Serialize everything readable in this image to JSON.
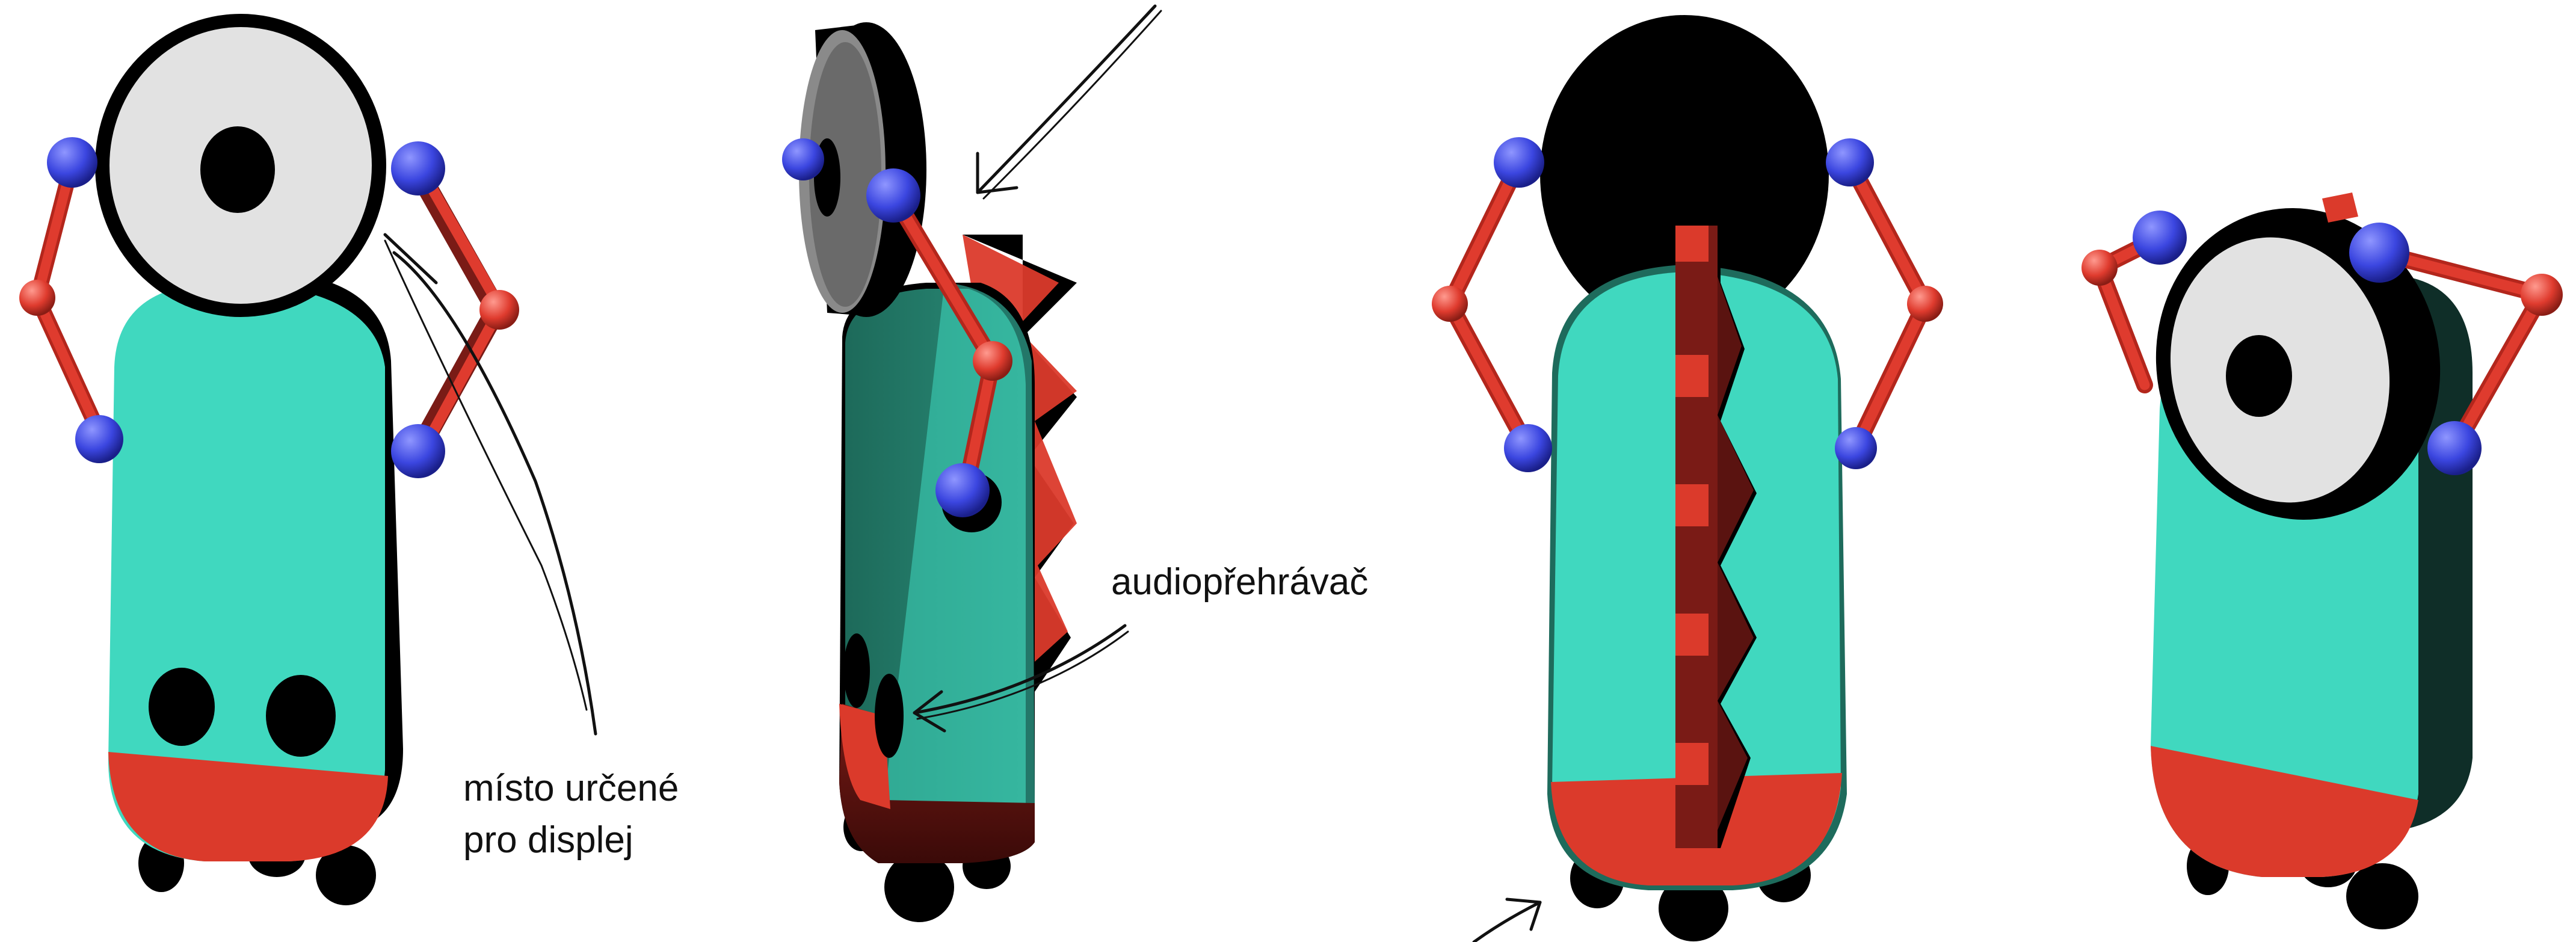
{
  "labels": {
    "display_area_line1": "místo určené",
    "display_area_line2": "pro displej",
    "audio_player": "audiopřehrávač"
  },
  "colors": {
    "body": "#40d8bf",
    "body_shade": "#1e6b5c",
    "base": "#db3a2b",
    "base_shade": "#7a1b16",
    "arm": "#df3b2e",
    "joint": "#3b46e0",
    "disc": "#e2e2e2",
    "outline": "#000000"
  }
}
